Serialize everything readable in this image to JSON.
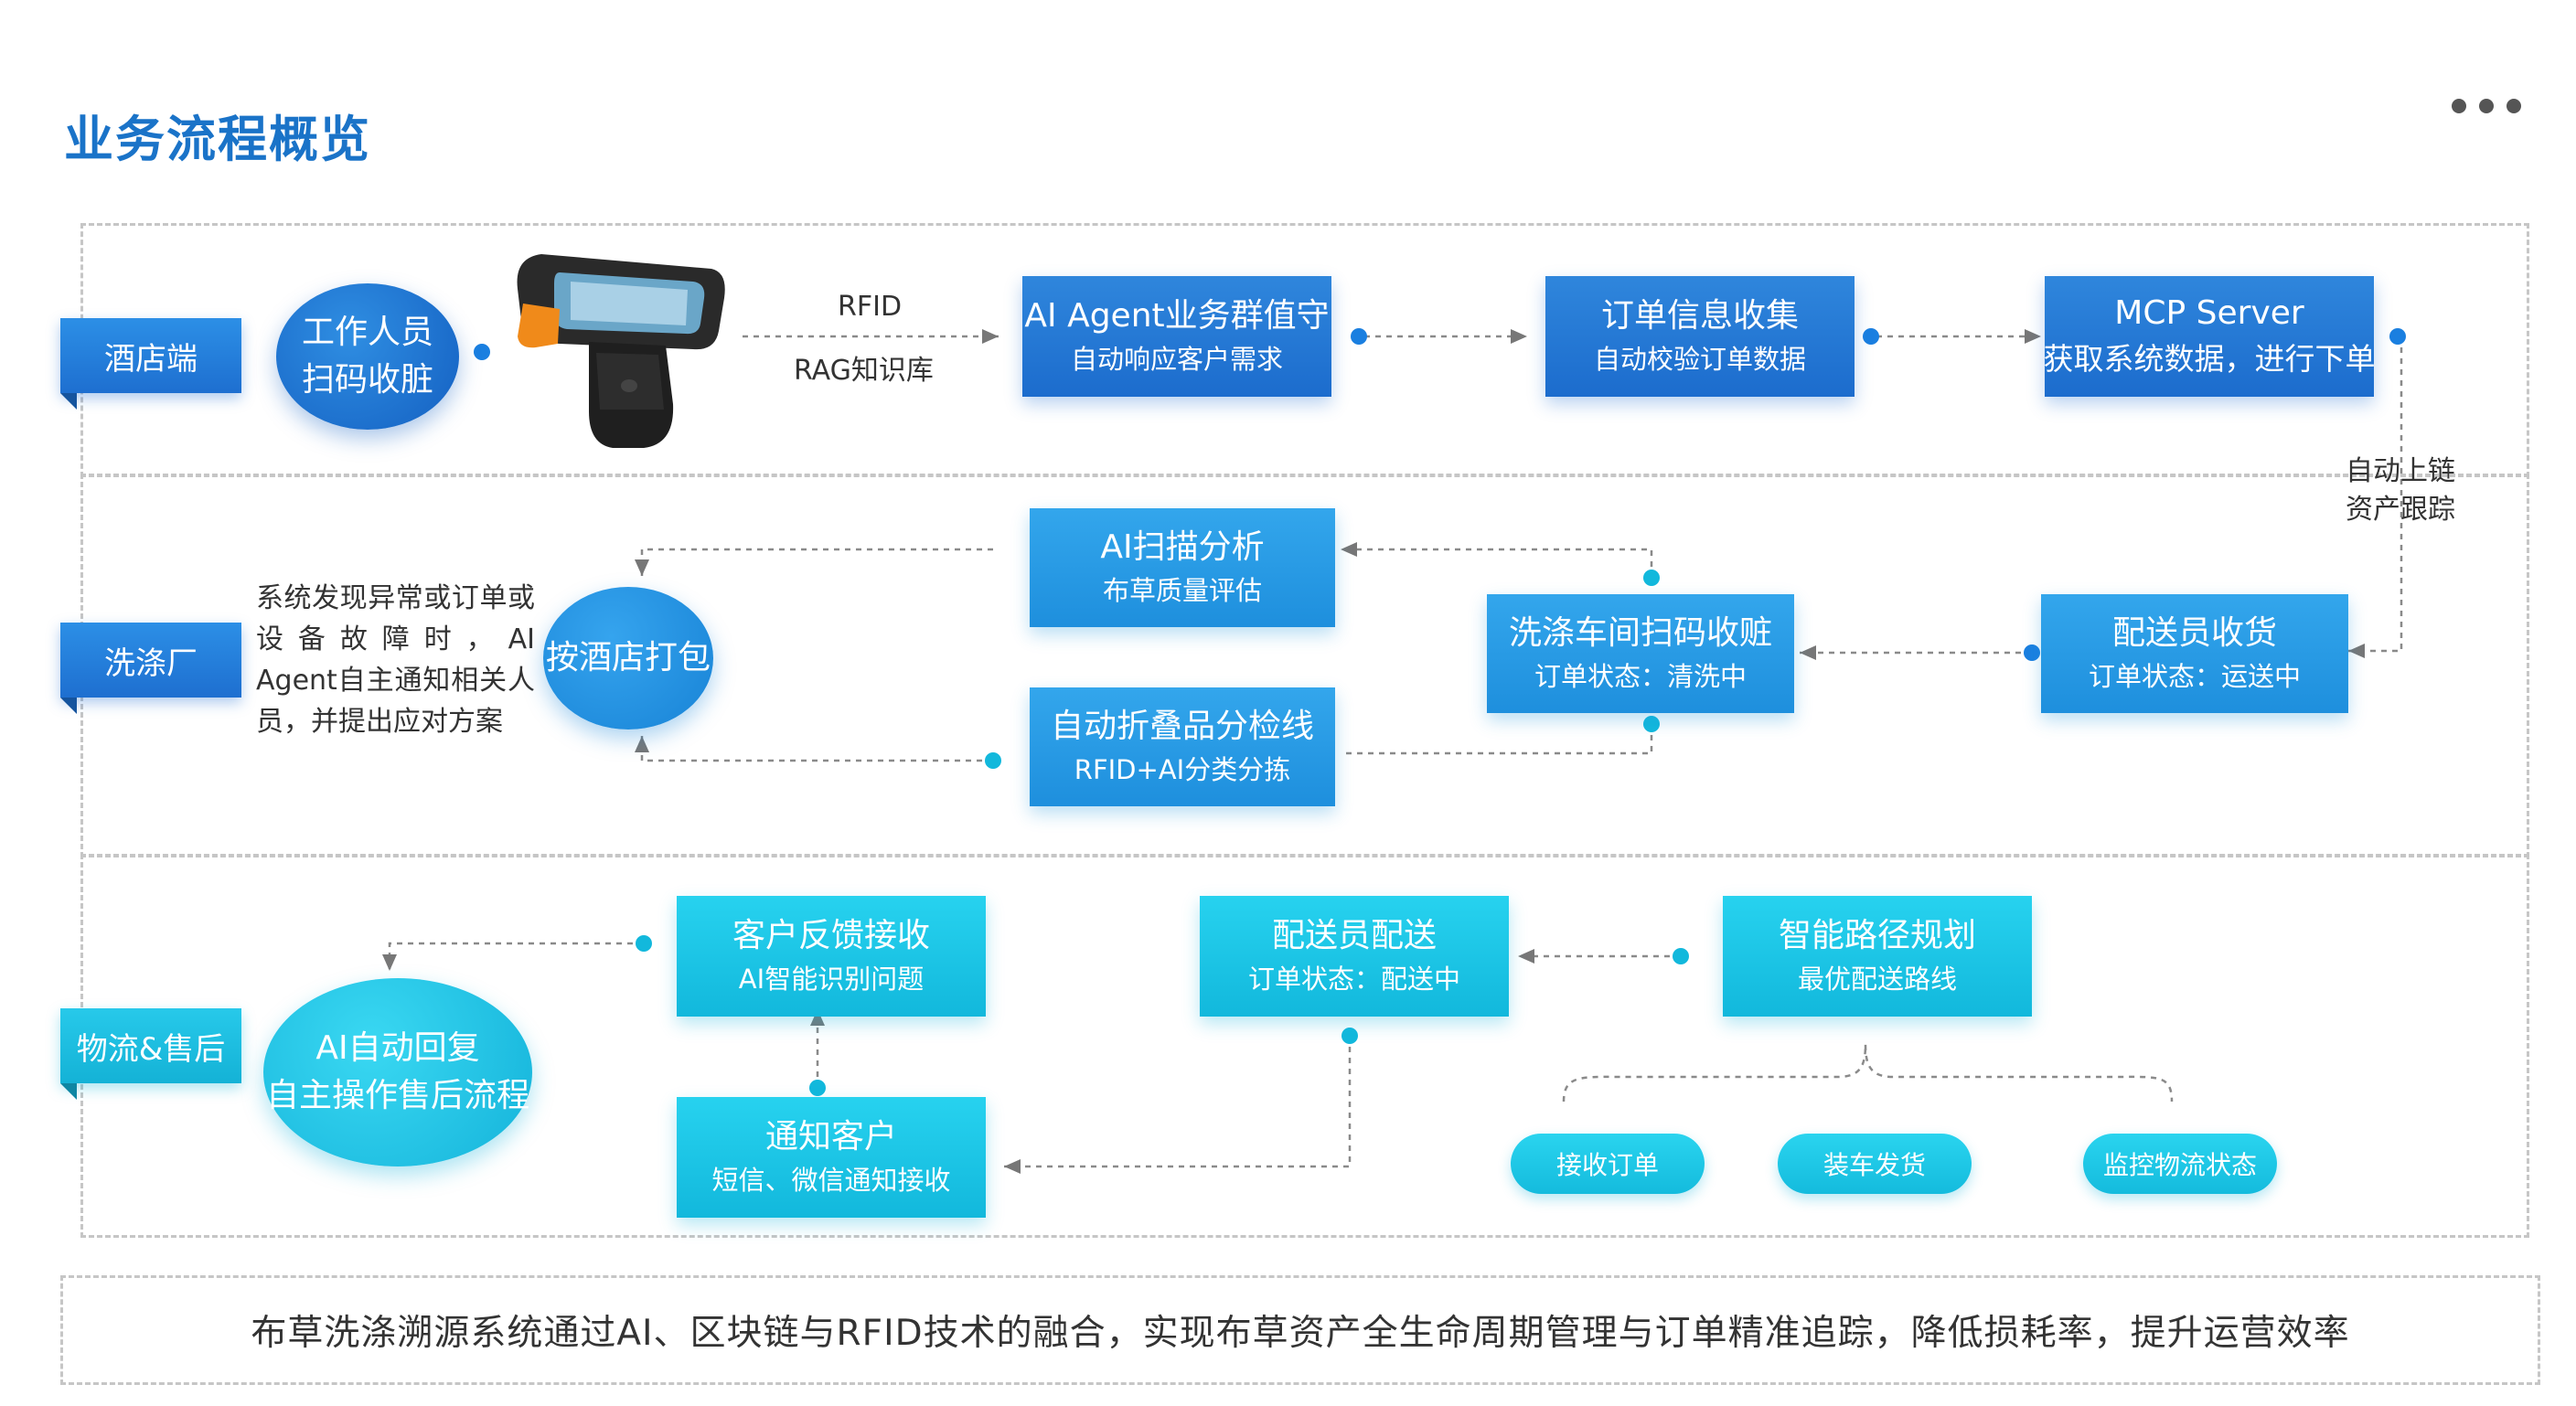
{
  "page": {
    "title": "业务流程概览",
    "more_icon": "more-horizontal-icon"
  },
  "lanes": {
    "hotel": {
      "label": "酒店端"
    },
    "laundry": {
      "label": "洗涤厂"
    },
    "logistics": {
      "label": "物流&售后"
    }
  },
  "hotel": {
    "staff_circle": {
      "line1": "工作人员",
      "line2": "扫码收脏"
    },
    "scanner_image": "rfid-handheld-scanner",
    "edge_label": {
      "line1": "RFID",
      "line2": "RAG知识库"
    },
    "agent_box": {
      "line1": "AI Agent业务群值守",
      "line2": "自动响应客户需求"
    },
    "order_box": {
      "line1": "订单信息收集",
      "line2": "自动校验订单数据"
    },
    "mcp_box": {
      "line1": "MCP Server",
      "line2": "获取系统数据，进行下单"
    },
    "chain_note": {
      "line1": "自动上链",
      "line2": "资产跟踪"
    }
  },
  "laundry": {
    "note": "系统发现异常或订单或设备故障时，AI Agent自主通知相关人员，并提出应对方案",
    "pack_circle": "按酒店打包",
    "ai_scan_box": {
      "line1": "AI扫描分析",
      "line2": "布草质量评估"
    },
    "fold_box": {
      "line1": "自动折叠品分检线",
      "line2": "RFID+AI分类分拣"
    },
    "workshop_box": {
      "line1": "洗涤车间扫码收赃",
      "line2": "订单状态：清洗中"
    },
    "courier_receive_box": {
      "line1": "配送员收货",
      "line2": "订单状态：运送中"
    }
  },
  "logistics": {
    "ai_reply_circle": {
      "line1": "AI自动回复",
      "line2": "自主操作售后流程"
    },
    "feedback_box": {
      "line1": "客户反馈接收",
      "line2": "AI智能识别问题"
    },
    "notify_box": {
      "line1": "通知客户",
      "line2": "短信、微信通知接收"
    },
    "delivery_box": {
      "line1": "配送员配送",
      "line2": "订单状态：配送中"
    },
    "route_box": {
      "line1": "智能路径规划",
      "line2": "最优配送路线"
    },
    "pills": [
      "接收订单",
      "装车发货",
      "监控物流状态"
    ]
  },
  "footer": {
    "summary": "布草洗涤溯源系统通过AI、区块链与RFID技术的融合，实现布草资产全生命周期管理与订单精准追踪，降低损耗率，提升运营效率"
  }
}
